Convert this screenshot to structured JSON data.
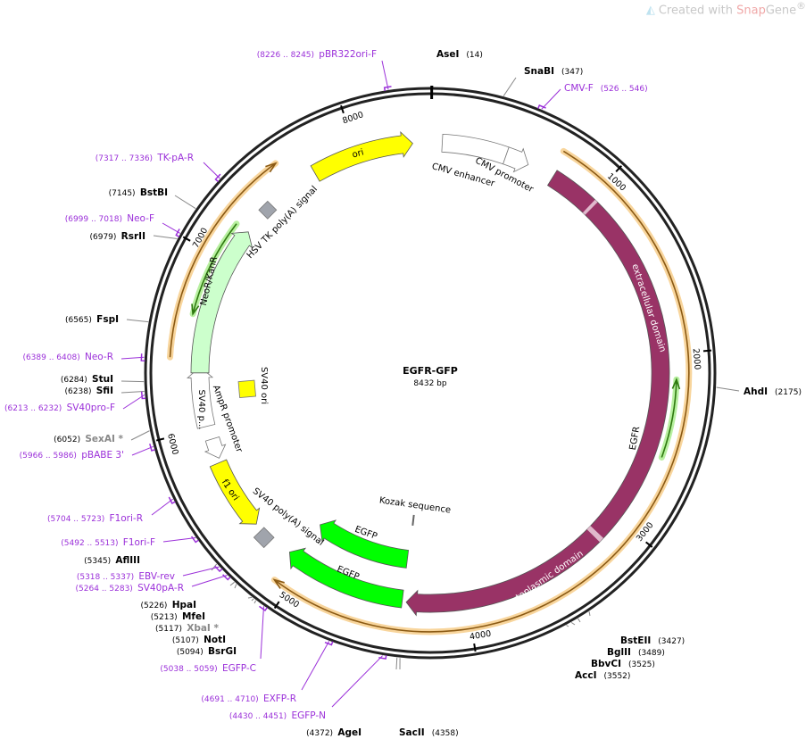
{
  "watermark": {
    "prefix": "Created with ",
    "brand_a": "Snap",
    "brand_b": "Gene",
    "reg": "®"
  },
  "plasmid": {
    "name": "EGFR-GFP",
    "length_label": "8432 bp",
    "length_bp": 8432
  },
  "ticks": [
    {
      "bp": 1000,
      "label": "1000"
    },
    {
      "bp": 2000,
      "label": "2000"
    },
    {
      "bp": 3000,
      "label": "3000"
    },
    {
      "bp": 4000,
      "label": "4000"
    },
    {
      "bp": 5000,
      "label": "5000"
    },
    {
      "bp": 6000,
      "label": "6000"
    },
    {
      "bp": 7000,
      "label": "7000"
    },
    {
      "bp": 8000,
      "label": "8000"
    }
  ],
  "sites": [
    {
      "name": "AseI",
      "pos": "14",
      "bp": 14
    },
    {
      "name": "SnaBI",
      "pos": "347",
      "bp": 347
    },
    {
      "name": "AhdI",
      "pos": "2175",
      "bp": 2175
    },
    {
      "name": "BstEII",
      "pos": "3427",
      "bp": 3427
    },
    {
      "name": "BglII",
      "pos": "3489",
      "bp": 3489
    },
    {
      "name": "BbvCI",
      "pos": "3525",
      "bp": 3525
    },
    {
      "name": "AccI",
      "pos": "3552",
      "bp": 3552
    },
    {
      "name": "SacII",
      "pos": "4358",
      "bp": 4358
    },
    {
      "name": "AgeI",
      "pos": "4372",
      "bp": 4372
    },
    {
      "name": "BstBI",
      "pos": "7145",
      "bp": 7145
    },
    {
      "name": "RsrII",
      "pos": "6979",
      "bp": 6979
    },
    {
      "name": "FspI",
      "pos": "6565",
      "bp": 6565
    },
    {
      "name": "StuI",
      "pos": "6284",
      "bp": 6284
    },
    {
      "name": "SfiI",
      "pos": "6238",
      "bp": 6238
    },
    {
      "name": "SexAI *",
      "pos": "6052",
      "bp": 6052,
      "nonunique": true
    },
    {
      "name": "AflIII",
      "pos": "5345",
      "bp": 5345
    },
    {
      "name": "HpaI",
      "pos": "5226",
      "bp": 5226
    },
    {
      "name": "MfeI",
      "pos": "5213",
      "bp": 5213
    },
    {
      "name": "XbaI *",
      "pos": "5117",
      "bp": 5117,
      "nonunique": true
    },
    {
      "name": "NotI",
      "pos": "5107",
      "bp": 5107
    },
    {
      "name": "BsrGI",
      "pos": "5094",
      "bp": 5094
    }
  ],
  "primers": [
    {
      "name": "pBR322ori-F",
      "range": "8226 .. 8245",
      "bp": 8235
    },
    {
      "name": "CMV-F",
      "range": "526 .. 546",
      "bp": 536
    },
    {
      "name": "TK-pA-R",
      "range": "7317 .. 7336",
      "bp": 7326
    },
    {
      "name": "Neo-F",
      "range": "6999 .. 7018",
      "bp": 7008
    },
    {
      "name": "Neo-R",
      "range": "6389 .. 6408",
      "bp": 6398
    },
    {
      "name": "SV40pro-F",
      "range": "6213 .. 6232",
      "bp": 6222
    },
    {
      "name": "pBABE 3'",
      "range": "5966 .. 5986",
      "bp": 5976
    },
    {
      "name": "F1ori-R",
      "range": "5704 .. 5723",
      "bp": 5713
    },
    {
      "name": "F1ori-F",
      "range": "5492 .. 5513",
      "bp": 5502
    },
    {
      "name": "EBV-rev",
      "range": "5318 .. 5337",
      "bp": 5327
    },
    {
      "name": "SV40pA-R",
      "range": "5264 .. 5283",
      "bp": 5273
    },
    {
      "name": "EGFP-C",
      "range": "5038 .. 5059",
      "bp": 5048
    },
    {
      "name": "EXFP-R",
      "range": "4691 .. 4710",
      "bp": 4700
    },
    {
      "name": "EGFP-N",
      "range": "4430 .. 4451",
      "bp": 4440
    }
  ],
  "features": [
    {
      "label": "CMV enhancer",
      "start": 70,
      "end": 450,
      "color": "#ffffff",
      "dir": 0
    },
    {
      "label": "CMV promoter",
      "start": 450,
      "end": 590,
      "color": "#ffffff",
      "dir": 1
    },
    {
      "label": "EGFR",
      "start": 750,
      "end": 4356,
      "color": "#993366",
      "dir": 1
    },
    {
      "label": "extracellular domain",
      "start": 800,
      "end": 3000,
      "color": "#993366",
      "dir": 0,
      "sub": true
    },
    {
      "label": "cytoplasmic domain",
      "start": 3300,
      "end": 4300,
      "color": "#993366",
      "dir": 0,
      "sub": true
    },
    {
      "label": "EGFP",
      "start": 4380,
      "end": 5059,
      "color": "#00ff00",
      "dir": 1
    },
    {
      "label": "EGFP",
      "start": 4380,
      "end": 5110,
      "color": "#00ff00",
      "dir": 1
    },
    {
      "label": "Kozak sequence",
      "start": 4370,
      "end": 4380,
      "color": "#666666",
      "dir": 0
    },
    {
      "label": "SV40 poly(A) signal",
      "start": 5215,
      "end": 5340,
      "color": "#a0a4ac",
      "dir": 0
    },
    {
      "label": "f1 ori",
      "start": 5364,
      "end": 5785,
      "color": "#ffff00",
      "dir": -1
    },
    {
      "label": "AmpR promoter",
      "start": 5810,
      "end": 5930,
      "color": "#ffffff",
      "dir": -1
    },
    {
      "label": "SV40 p...",
      "start": 6010,
      "end": 6360,
      "color": "#ffffff",
      "dir": 1
    },
    {
      "label": "SV40 ori",
      "start": 6160,
      "end": 6255,
      "color": "#ffff00",
      "dir": 0
    },
    {
      "label": "NeoR/KanR",
      "start": 6325,
      "end": 7210,
      "color": "#ccffcc",
      "dir": 1
    },
    {
      "label": "HSV TK poly(A) signal",
      "start": 7330,
      "end": 7430,
      "color": "#a0a4ac",
      "dir": 0
    },
    {
      "label": "ori",
      "start": 7730,
      "end": 8330,
      "color": "#ffff00",
      "dir": 1
    }
  ],
  "orfs": [
    {
      "start": 726,
      "end": 5083,
      "dir": 1,
      "color": "#f5c27a"
    },
    {
      "start": 6406,
      "end": 7580,
      "dir": 1,
      "color": "#f5c27a"
    },
    {
      "start": 2143,
      "end": 2577,
      "dir": -1,
      "color": "#339900"
    },
    {
      "start": 6652,
      "end": 7205,
      "dir": -1,
      "color": "#339900"
    }
  ],
  "colors": {
    "primer": "#9b30d9",
    "site": "#000000",
    "nonunique_site": "#888888",
    "backbone": "#222222"
  }
}
